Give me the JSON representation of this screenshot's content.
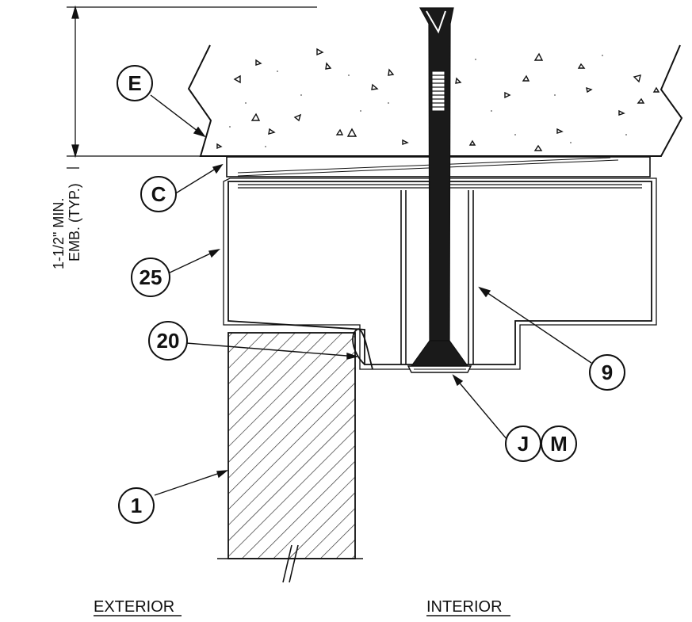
{
  "dimension": {
    "line1": "1-1/2\" MIN.",
    "line2": "EMB. (TYP.)"
  },
  "callouts": {
    "E": "E",
    "C": "C",
    "25": "25",
    "20": "20",
    "9": "9",
    "J": "J",
    "M": "M",
    "1": "1"
  },
  "labels": {
    "exterior": "EXTERIOR",
    "interior": "INTERIOR"
  },
  "colors": {
    "ink": "#111111",
    "anchor": "#1a1a1a",
    "background": "#ffffff"
  }
}
